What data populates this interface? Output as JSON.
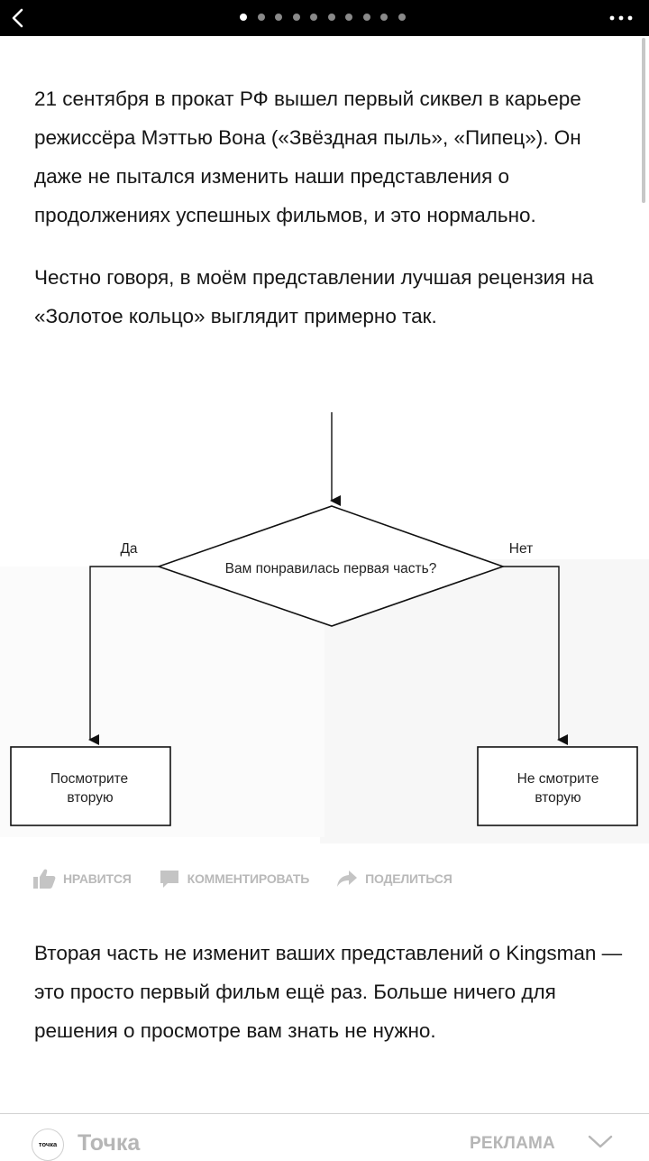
{
  "topbar": {
    "back_icon": "chevron-left-icon",
    "pages_total": 10,
    "page_current": 1,
    "more_icon": "more-horizontal-icon"
  },
  "article": {
    "p1": "21 сентября в прокат РФ вышел первый сиквел в карьере режиссёра Мэттью Вона («Звёздная пыль», «Пипец»). Он даже не пытался изменить наши представления о продолжениях успешных фильмов, и это нормально.",
    "p2": "Честно говоря, в моём представлении лучшая рецензия на «Золотое кольцо» выглядит примерно так.",
    "p3": "Вторая часть не изменит ваших представлений о Kingsman — это просто первый фильм ещё раз. Больше ничего для решения о просмотре вам знать не нужно."
  },
  "flowchart": {
    "question": "Вам понравилась первая часть?",
    "yes_label": "Да",
    "no_label": "Нет",
    "yes_box": [
      "Посмотрите",
      "вторую"
    ],
    "no_box": [
      "Не смотрите",
      "вторую"
    ]
  },
  "actions": {
    "like": "НРАВИТСЯ",
    "comment": "КОММЕНТИРОВАТЬ",
    "share": "ПОДЕЛИТЬСЯ"
  },
  "footer": {
    "logo_text": "точка",
    "brand": "Точка",
    "ad_label": "РЕКЛАМА"
  },
  "colors": {
    "topbar_bg": "#000000",
    "action_text": "#b9b9b9",
    "footer_text": "#b6b6b6"
  }
}
